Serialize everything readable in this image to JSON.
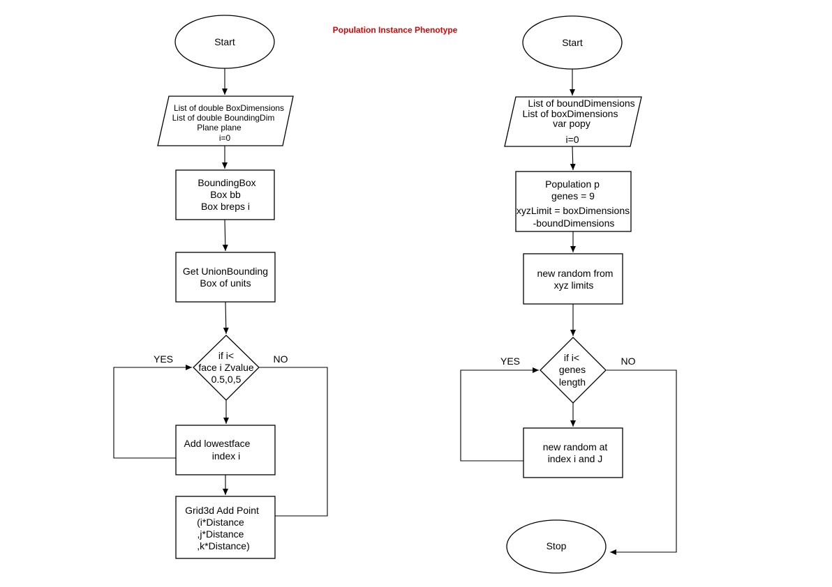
{
  "title": "Population Instance Phenotype",
  "left": {
    "start": "Start",
    "input": [
      "List of double BoxDimensions",
      "List of double BoundingDim",
      "Plane plane",
      "i=0"
    ],
    "bbox": [
      "BoundingBox",
      "Box bb",
      "Box breps i"
    ],
    "union": [
      "Get UnionBounding",
      "Box of  units"
    ],
    "decision": [
      "if i<",
      "face i Zvalue",
      "0.5,0,5"
    ],
    "yes": "YES",
    "no": "NO",
    "add_face": [
      "Add lowestface",
      "index i"
    ],
    "grid": [
      "Grid3d Add Point",
      "(i*Distance",
      ",j*Distance",
      ",k*Distance)"
    ]
  },
  "right": {
    "start": "Start",
    "input": [
      "List of boundDimensions",
      "List of boxDimensions",
      "var popy",
      "i=0"
    ],
    "population": [
      "Population p",
      "genes = 9",
      "xyzLimit = boxDimensions",
      "-boundDimensions"
    ],
    "random_limits": [
      "new random from",
      "xyz limits"
    ],
    "decision": [
      "if i<",
      "genes",
      "length"
    ],
    "yes": "YES",
    "no": "NO",
    "random_index": [
      "new random at",
      "index i and J"
    ],
    "stop": "Stop"
  }
}
